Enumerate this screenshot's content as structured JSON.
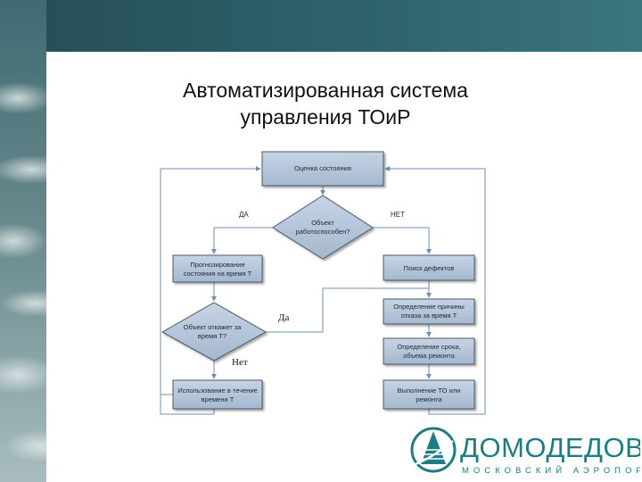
{
  "slide": {
    "title_lines": [
      "Автоматизированная система",
      "управления ТОиР"
    ]
  },
  "flowchart": {
    "nodes": {
      "assess": [
        "Оценка состояния"
      ],
      "workable": [
        "Объект",
        "работоспособен?"
      ],
      "forecast": [
        "Прогнозирование",
        "состояния на время Т"
      ],
      "fail_check": [
        "Объект откажет за",
        "время Т?"
      ],
      "use": [
        "Использование в течение",
        "времени Т"
      ],
      "defects": [
        "Поиск дефектов"
      ],
      "cause": [
        "Определение причины",
        "отказа за время Т"
      ],
      "plan": [
        "Определение срока,",
        "объема ремонта"
      ],
      "perform": [
        "Выполнение ТО или",
        "ремонта"
      ]
    },
    "branches": {
      "yes_top": "ДА",
      "no_top": "НЕТ",
      "yes_fail": "Да",
      "no_fail": "Нет"
    }
  },
  "logo": {
    "name": "ДОМОДЕДОВО",
    "subtitle": "МОСКОВСКИЙ АЭРОПОРТ"
  },
  "colors": {
    "background_sky": "#4f7178",
    "header_band": "#2f5f6a",
    "box_fill": "#b3c4d8",
    "box_stroke": "#4a5a6a",
    "connector": "#6f8fb0",
    "brand": "#1e7c83"
  }
}
